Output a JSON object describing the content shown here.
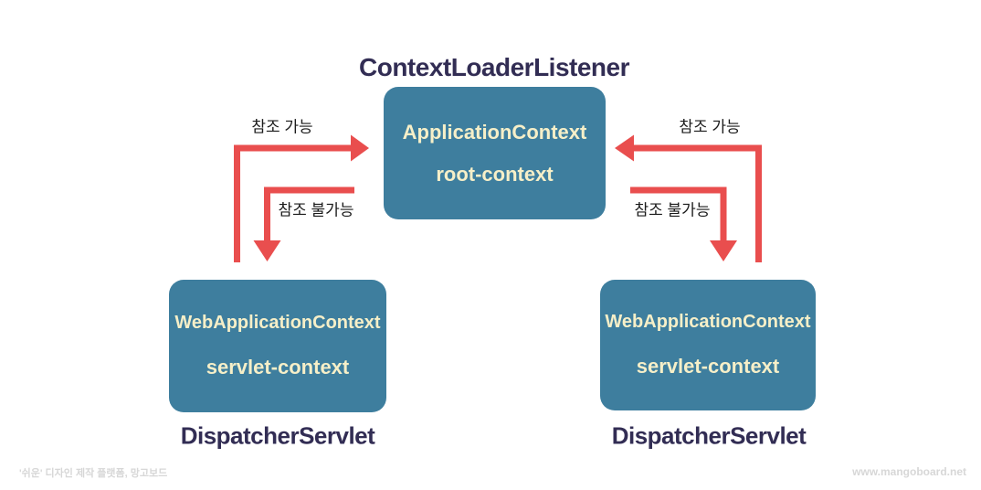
{
  "diagram": {
    "title": "ContextLoaderListener",
    "root_box": {
      "line1": "ApplicationContext",
      "line2": "root-context"
    },
    "left_servlet": {
      "box_line1": "WebApplicationContext",
      "box_line2": "servlet-context",
      "caption": "DispatcherServlet"
    },
    "right_servlet": {
      "box_line1": "WebApplicationContext",
      "box_line2": "servlet-context",
      "caption": "DispatcherServlet"
    },
    "arrows": {
      "left": {
        "possible_label": "참조 가능",
        "impossible_label": "참조 불가능"
      },
      "right": {
        "possible_label": "참조 가능",
        "impossible_label": "참조 불가능"
      }
    },
    "colors": {
      "box_fill": "#3e7e9e",
      "box_text": "#f6efc8",
      "heading_text": "#322d54",
      "arrow": "#e94e4e",
      "label_text": "#1b1b1b",
      "watermark": "#d7d7d7"
    }
  },
  "footer": {
    "left_watermark": "'쉬운' 디자인 제작 플랫폼, 망고보드",
    "right_watermark": "www.mangoboard.net"
  }
}
